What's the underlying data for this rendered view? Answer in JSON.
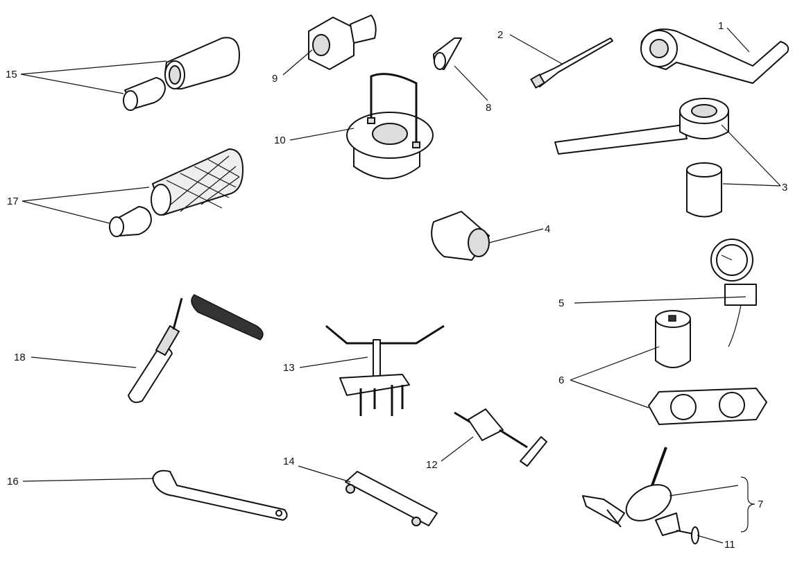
{
  "title": "Workshop special tools",
  "callouts": {
    "c1": "1",
    "c2": "2",
    "c3": "3",
    "c4": "4",
    "c5": "5",
    "c6": "6",
    "c7": "7",
    "c8": "8",
    "c9": "9",
    "c10": "10",
    "c11": "11",
    "c12": "12",
    "c13": "13",
    "c14": "14",
    "c15": "15",
    "c16": "16",
    "c17": "17",
    "c18": "18"
  }
}
